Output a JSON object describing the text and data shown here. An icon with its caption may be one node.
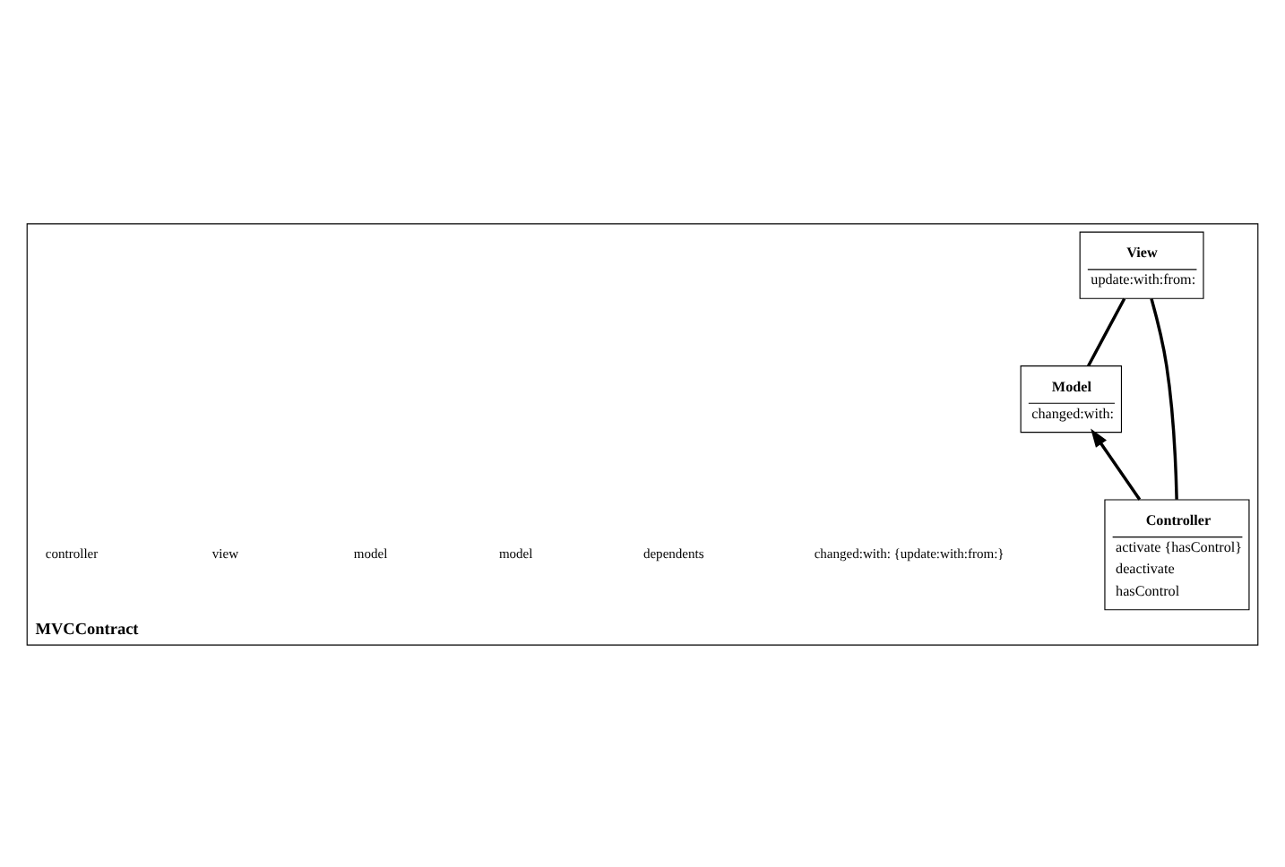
{
  "diagram": {
    "nodes": [
      {
        "text": [
          "MVCContract"
        ]
      },
      {
        "text": [
          "Model",
          "changed:with:"
        ],
        "in": 0
      },
      {
        "text": [
          "View",
          "update:with:from:"
        ],
        "in": 0
      },
      {
        "text": [
          "Controller",
          "activate {hasControl}",
          "deactivate",
          "hasControl"
        ],
        "in": 0
      }
    ],
    "edges": [
      {
        "from": 1,
        "to": 2,
        "arrow": "none"
      },
      {
        "from": 3,
        "to": 1,
        "arrow": "to"
      },
      {
        "from": 3,
        "to": 2,
        "arrow": "none"
      }
    ],
    "labels": [
      "changed:with: {update:with:from:}",
      "dependents",
      "model",
      "model",
      "view",
      "controller"
    ]
  }
}
